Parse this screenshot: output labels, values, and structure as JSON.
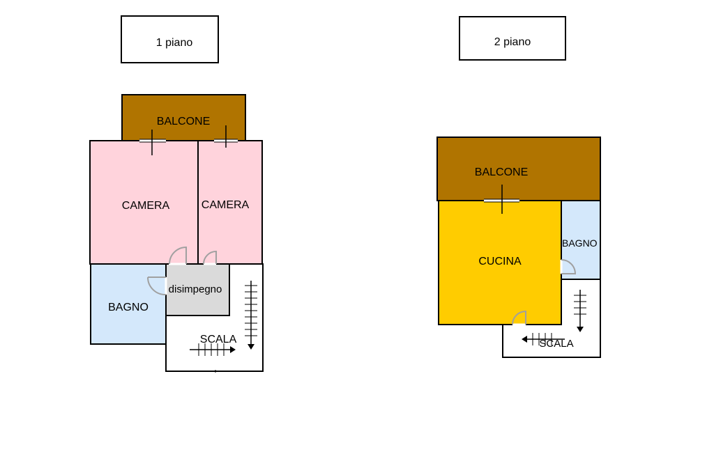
{
  "colors": {
    "background": "#ffffff",
    "wall": "#000000",
    "balcone": "#b07400",
    "camera": "#ffd3dc",
    "bagno": "#d4e8fb",
    "disimpegno": "#dadada",
    "cucina": "#ffcc00",
    "scala": "#ffffff",
    "door_arc": "#a0a0a0"
  },
  "floor1": {
    "label": "1 piano",
    "rooms": {
      "balcone": "BALCONE",
      "camera_left": "CAMERA",
      "camera_right": "CAMERA",
      "bagno": "BAGNO",
      "disimpegno": "disimpegno",
      "scala": "SCALA"
    }
  },
  "floor2": {
    "label": "2 piano",
    "rooms": {
      "balcone": "BALCONE",
      "cucina": "CUCINA",
      "bagno": "BAGNO",
      "scala": "SCALA"
    }
  }
}
